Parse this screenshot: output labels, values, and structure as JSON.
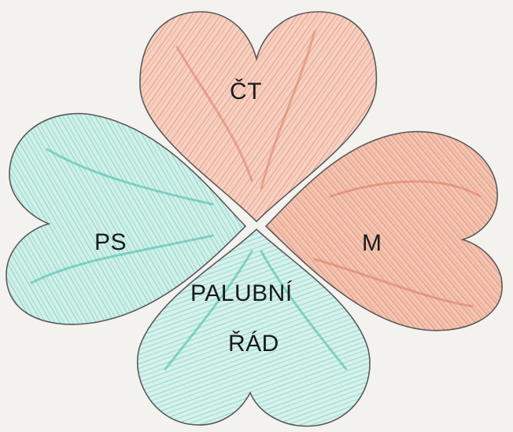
{
  "colors": {
    "paper": "#f4f2ef",
    "orange_crayon": "#e08a6c",
    "teal_crayon": "#4fc4b4",
    "outline": "#555555"
  },
  "labels": {
    "top": "ČT",
    "left": "PS",
    "right": "M",
    "bottom_line1": "PALUBNÍ",
    "bottom_line2": "ŘÁD"
  }
}
